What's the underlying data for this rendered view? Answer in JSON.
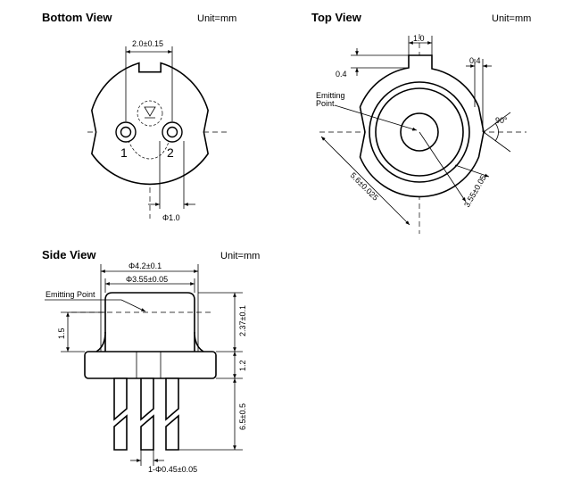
{
  "views": {
    "bottom": {
      "title": "Bottom View",
      "unit": "Unit=mm"
    },
    "top": {
      "title": "Top View",
      "unit": "Unit=mm"
    },
    "side": {
      "title": "Side View",
      "unit": "Unit=mm"
    }
  },
  "bottom_view": {
    "pin_spacing": "2.0±0.15",
    "pin_dia": "Φ1.0",
    "pin1": "1",
    "pin2": "2"
  },
  "top_view": {
    "notch_width": "1.0",
    "notch_depth_left": "0.4",
    "notch_depth_right": "0.4",
    "emitting_point": [
      "Emitting",
      "Point"
    ],
    "angle": "90°",
    "outer_dia": "5.6±0.025",
    "cap_dia": "3.55±0.05"
  },
  "side_view": {
    "cap_outer_dia": "Φ4.2±0.1",
    "cap_inner_dia": "Φ3.55±0.05",
    "emitting_point": "Emitting Point",
    "emit_height": "1.5",
    "cap_height": "2.37±0.1",
    "flange_thickness": "1.2",
    "lead_length": "6.5±0.5",
    "lead_dia": "1-Φ0.45±0.05"
  }
}
